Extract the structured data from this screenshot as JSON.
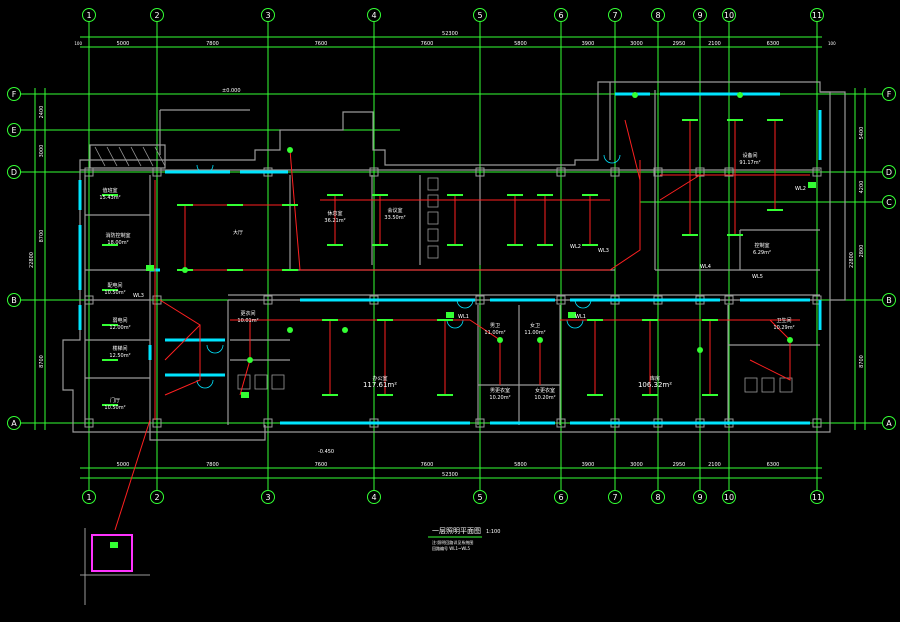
{
  "drawing": {
    "title": "一层照明平面图",
    "scale": "1:100",
    "notes": [
      "注:照明回路详见系统图",
      "回路编号 WL1~WL5"
    ],
    "colors": {
      "background": "#000000",
      "axis": "#33ff33",
      "wall": "#9a9a9a",
      "window": "#00e5ff",
      "wiring": "#ff2020",
      "fixture": "#33ff33",
      "text": "#ffffff",
      "magenta": "#ff33ff"
    }
  },
  "axes": {
    "columns": [
      "1",
      "2",
      "3",
      "4",
      "5",
      "6",
      "7",
      "8",
      "9",
      "10",
      "11"
    ],
    "rows": [
      "A",
      "B",
      "C",
      "D",
      "E",
      "F"
    ]
  },
  "dimensions": {
    "top_total": "52300",
    "bottom_total": "52300",
    "top_segments": [
      "5000",
      "7800",
      "7600",
      "7600",
      "5800",
      "3900",
      "3000",
      "2950",
      "2100",
      "6300"
    ],
    "left_segments": [
      "2400",
      "3000",
      "8700",
      "8700"
    ],
    "left_total": "22800",
    "right_segments": [
      "5400",
      "4200",
      "2800",
      "8700"
    ],
    "right_total": "22800",
    "edge": "100"
  },
  "rooms": [
    {
      "name": "值班室",
      "area": "15.43m²"
    },
    {
      "name": "消防控制室",
      "area": "18.00m²"
    },
    {
      "name": "配电间",
      "area": "10.50m²"
    },
    {
      "name": "弱电间",
      "area": "12.00m²"
    },
    {
      "name": "楼梯间",
      "area": "12.50m²"
    },
    {
      "name": "门厅",
      "area": "10.50m²"
    },
    {
      "name": "大厅",
      "area": ""
    },
    {
      "name": "更衣间",
      "area": "10.01m²"
    },
    {
      "name": "办公室",
      "area": "117.61m²"
    },
    {
      "name": "休息室",
      "area": "36.21m²"
    },
    {
      "name": "会议室",
      "area": "33.50m²"
    },
    {
      "name": "男卫",
      "area": "11.00m²"
    },
    {
      "name": "女卫",
      "area": "11.00m²"
    },
    {
      "name": "男更衣室",
      "area": "10.20m²"
    },
    {
      "name": "女更衣室",
      "area": "10.20m²"
    },
    {
      "name": "库房",
      "area": "106.32m²"
    },
    {
      "name": "设备间",
      "area": "91.17m²"
    },
    {
      "name": "控制室",
      "area": "6.29m²"
    },
    {
      "name": "卫生间",
      "area": "10.29m²"
    }
  ],
  "circuits": [
    "WL1",
    "WL1",
    "WL2",
    "WL3",
    "WL4",
    "WL5",
    "WL2",
    "WL3"
  ],
  "levels": [
    "±0.000",
    "-0.450"
  ]
}
